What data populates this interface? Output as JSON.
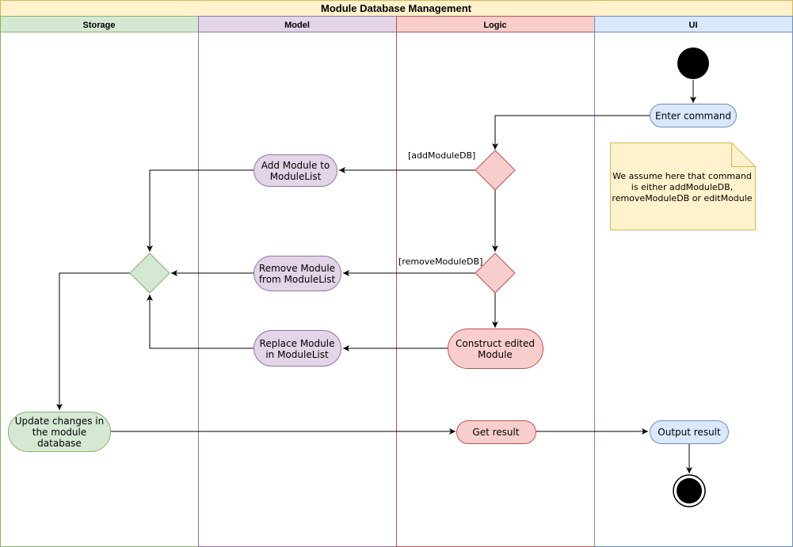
{
  "diagram": {
    "title": "Module Database Management",
    "lanes": {
      "storage": "Storage",
      "model": "Model",
      "logic": "Logic",
      "ui": "UI"
    },
    "nodes": {
      "enter_command": "Enter command",
      "add_module": [
        "Add Module to",
        "ModuleList"
      ],
      "remove_module": [
        "Remove Module",
        "from ModuleList"
      ],
      "replace_module": [
        "Replace Module",
        "in ModuleList"
      ],
      "construct_edited": [
        "Construct edited",
        "Module"
      ],
      "update_changes": [
        "Update changes in",
        "the module",
        "database"
      ],
      "get_result": "Get result",
      "output_result": "Output result"
    },
    "guards": {
      "add": "[addModuleDB]",
      "remove": "[removeModuleDB]"
    },
    "note": [
      "We assume here that command",
      "is either addModuleDB,",
      "removeModuleDB or editModule"
    ],
    "colors": {
      "title_fill": "#fff2cc",
      "title_stroke": "#d6b656",
      "storage_fill": "#d5e8d4",
      "storage_stroke": "#82b366",
      "model_fill": "#e1d5e7",
      "model_stroke": "#9673a6",
      "logic_fill": "#f8cecc",
      "logic_stroke": "#b85450",
      "ui_fill": "#dae8fc",
      "ui_stroke": "#6c8ebf",
      "note_fill": "#fff2cc",
      "note_stroke": "#d6b656"
    }
  }
}
